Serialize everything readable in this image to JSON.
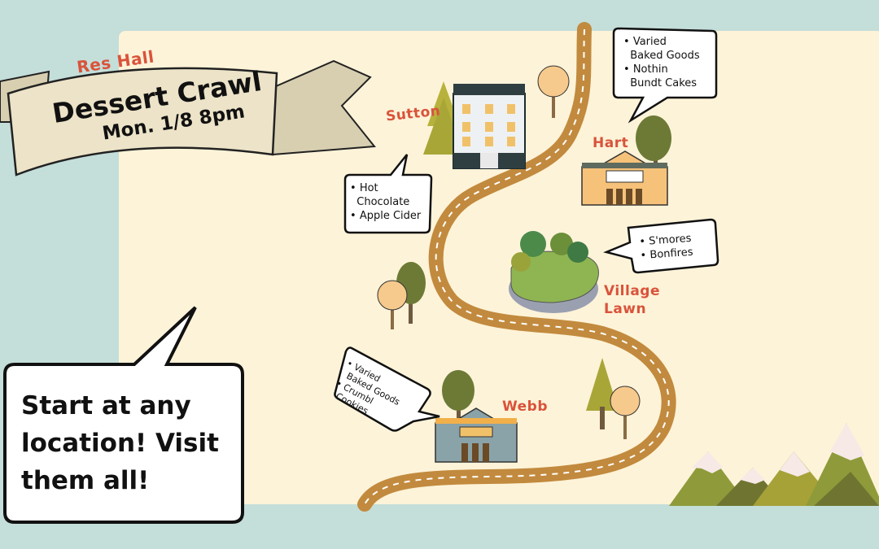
{
  "event": {
    "subtitle_top": "Res Hall",
    "title": "Dessert Crawl",
    "date": "Mon. 1/8 8pm"
  },
  "call_to_action": "Start at any location! Visit them all!",
  "locations": {
    "sutton": {
      "name": "Sutton",
      "items": [
        "Hot",
        "Chocolate",
        "Apple Cider"
      ]
    },
    "hart": {
      "name": "Hart",
      "items": [
        "Varied",
        "Baked Goods",
        "Nothin",
        "Bundt Cakes"
      ]
    },
    "village_lawn": {
      "name_line1": "Village",
      "name_line2": "Lawn",
      "items": [
        "S'mores",
        "Bonfires"
      ]
    },
    "webb": {
      "name": "Webb",
      "items": [
        "Varied",
        "Baked Goods",
        "Crumbl",
        "Cookies"
      ]
    }
  },
  "colors": {
    "background_teal": "#c4ded9",
    "map_cream": "#fdf3d8",
    "road_brown": "#c28a3e",
    "label_red": "#d9533b",
    "banner_paper": "#ece3c8"
  }
}
